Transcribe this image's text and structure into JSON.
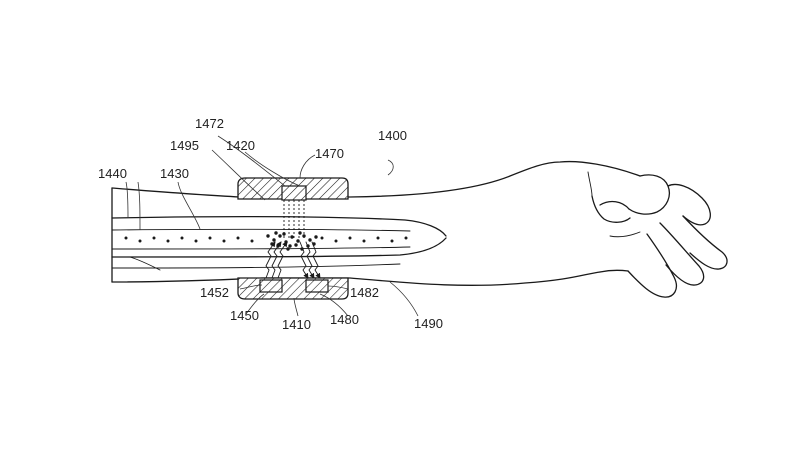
{
  "figure": {
    "labels": {
      "l1400": "1400",
      "l1472": "1472",
      "l1420": "1420",
      "l1495": "1495",
      "l1470": "1470",
      "l1440": "1440",
      "l1430": "1430",
      "l1452": "1452",
      "l1450": "1450",
      "l1410": "1410",
      "l1480": "1480",
      "l1482": "1482",
      "l1490": "1490"
    },
    "colors": {
      "ink": "#1a1a1a",
      "background": "#ffffff"
    }
  }
}
